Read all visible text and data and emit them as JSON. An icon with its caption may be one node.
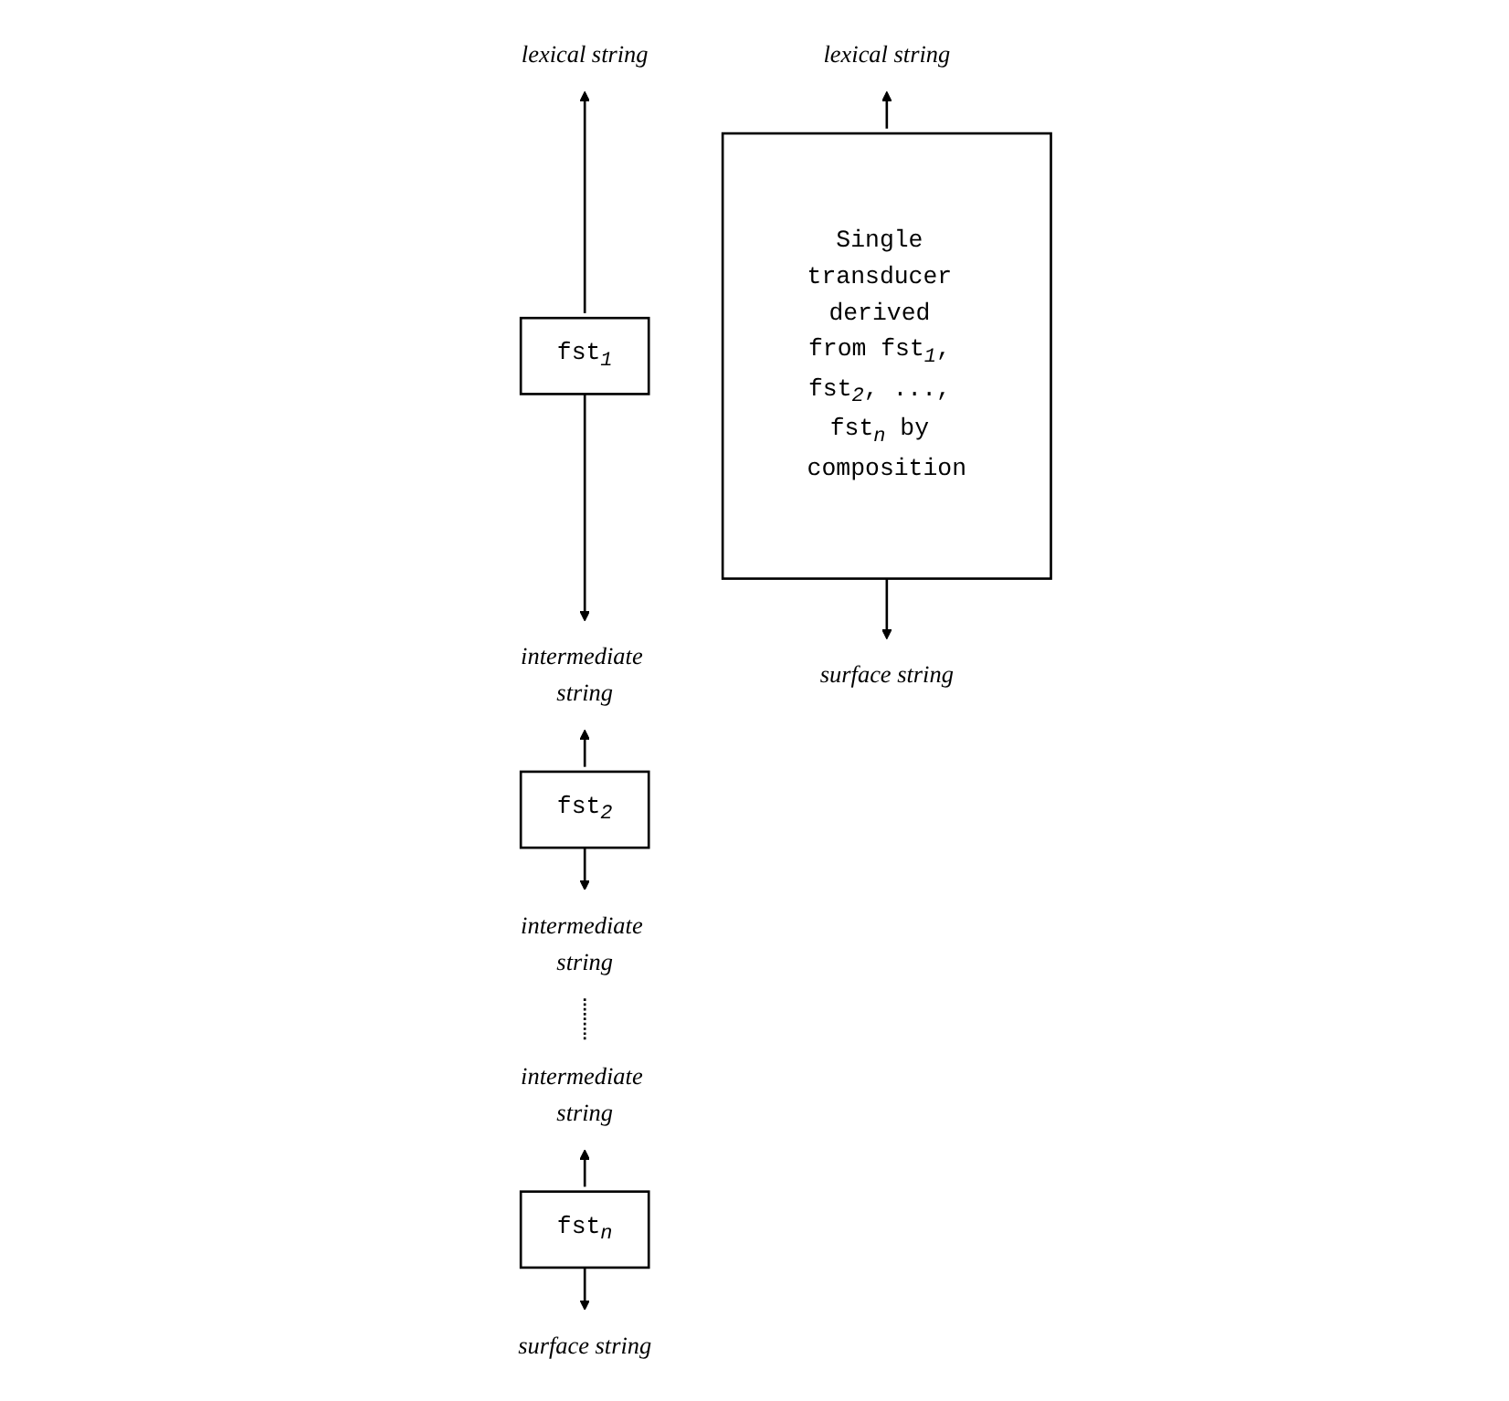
{
  "diagram": {
    "nodes": [
      {
        "text": [
          "lexical string"
        ]
      },
      {
        "text": [
          "fst$_{1}$"
        ]
      },
      {
        "text": [
          "intermediate string"
        ]
      },
      {
        "text": [
          "fst$_{2}$"
        ]
      },
      {
        "text": [
          "intermediate string"
        ]
      },
      {
        "text": [
          "intermediate string"
        ]
      },
      {
        "text": [
          "fst$_{n}$"
        ]
      },
      {
        "text": [
          "surface string"
        ]
      },
      {
        "text": [
          "lexical string"
        ]
      },
      {
        "text": [
          "Single transducer derived from fst$_{1}$, fst$_{2}$, ..., fst$_{n}$ by composition"
        ]
      },
      {
        "text": [
          "surface string"
        ]
      }
    ],
    "edges": [
      {
        "from": 1,
        "to": 0,
        "arrow": "to"
      },
      {
        "from": 1,
        "to": 2,
        "arrow": "to"
      },
      {
        "from": 3,
        "to": 2,
        "arrow": "to"
      },
      {
        "from": 3,
        "to": 4,
        "arrow": "to"
      },
      {
        "from": 4,
        "to": 5,
        "arrow": "none",
        "style": "dashed"
      },
      {
        "from": 6,
        "to": 5,
        "arrow": "to"
      },
      {
        "from": 6,
        "to": 7,
        "arrow": "to"
      },
      {
        "from": 9,
        "to": 8,
        "arrow": "to"
      },
      {
        "from": 9,
        "to": 10,
        "arrow": "to"
      }
    ]
  }
}
